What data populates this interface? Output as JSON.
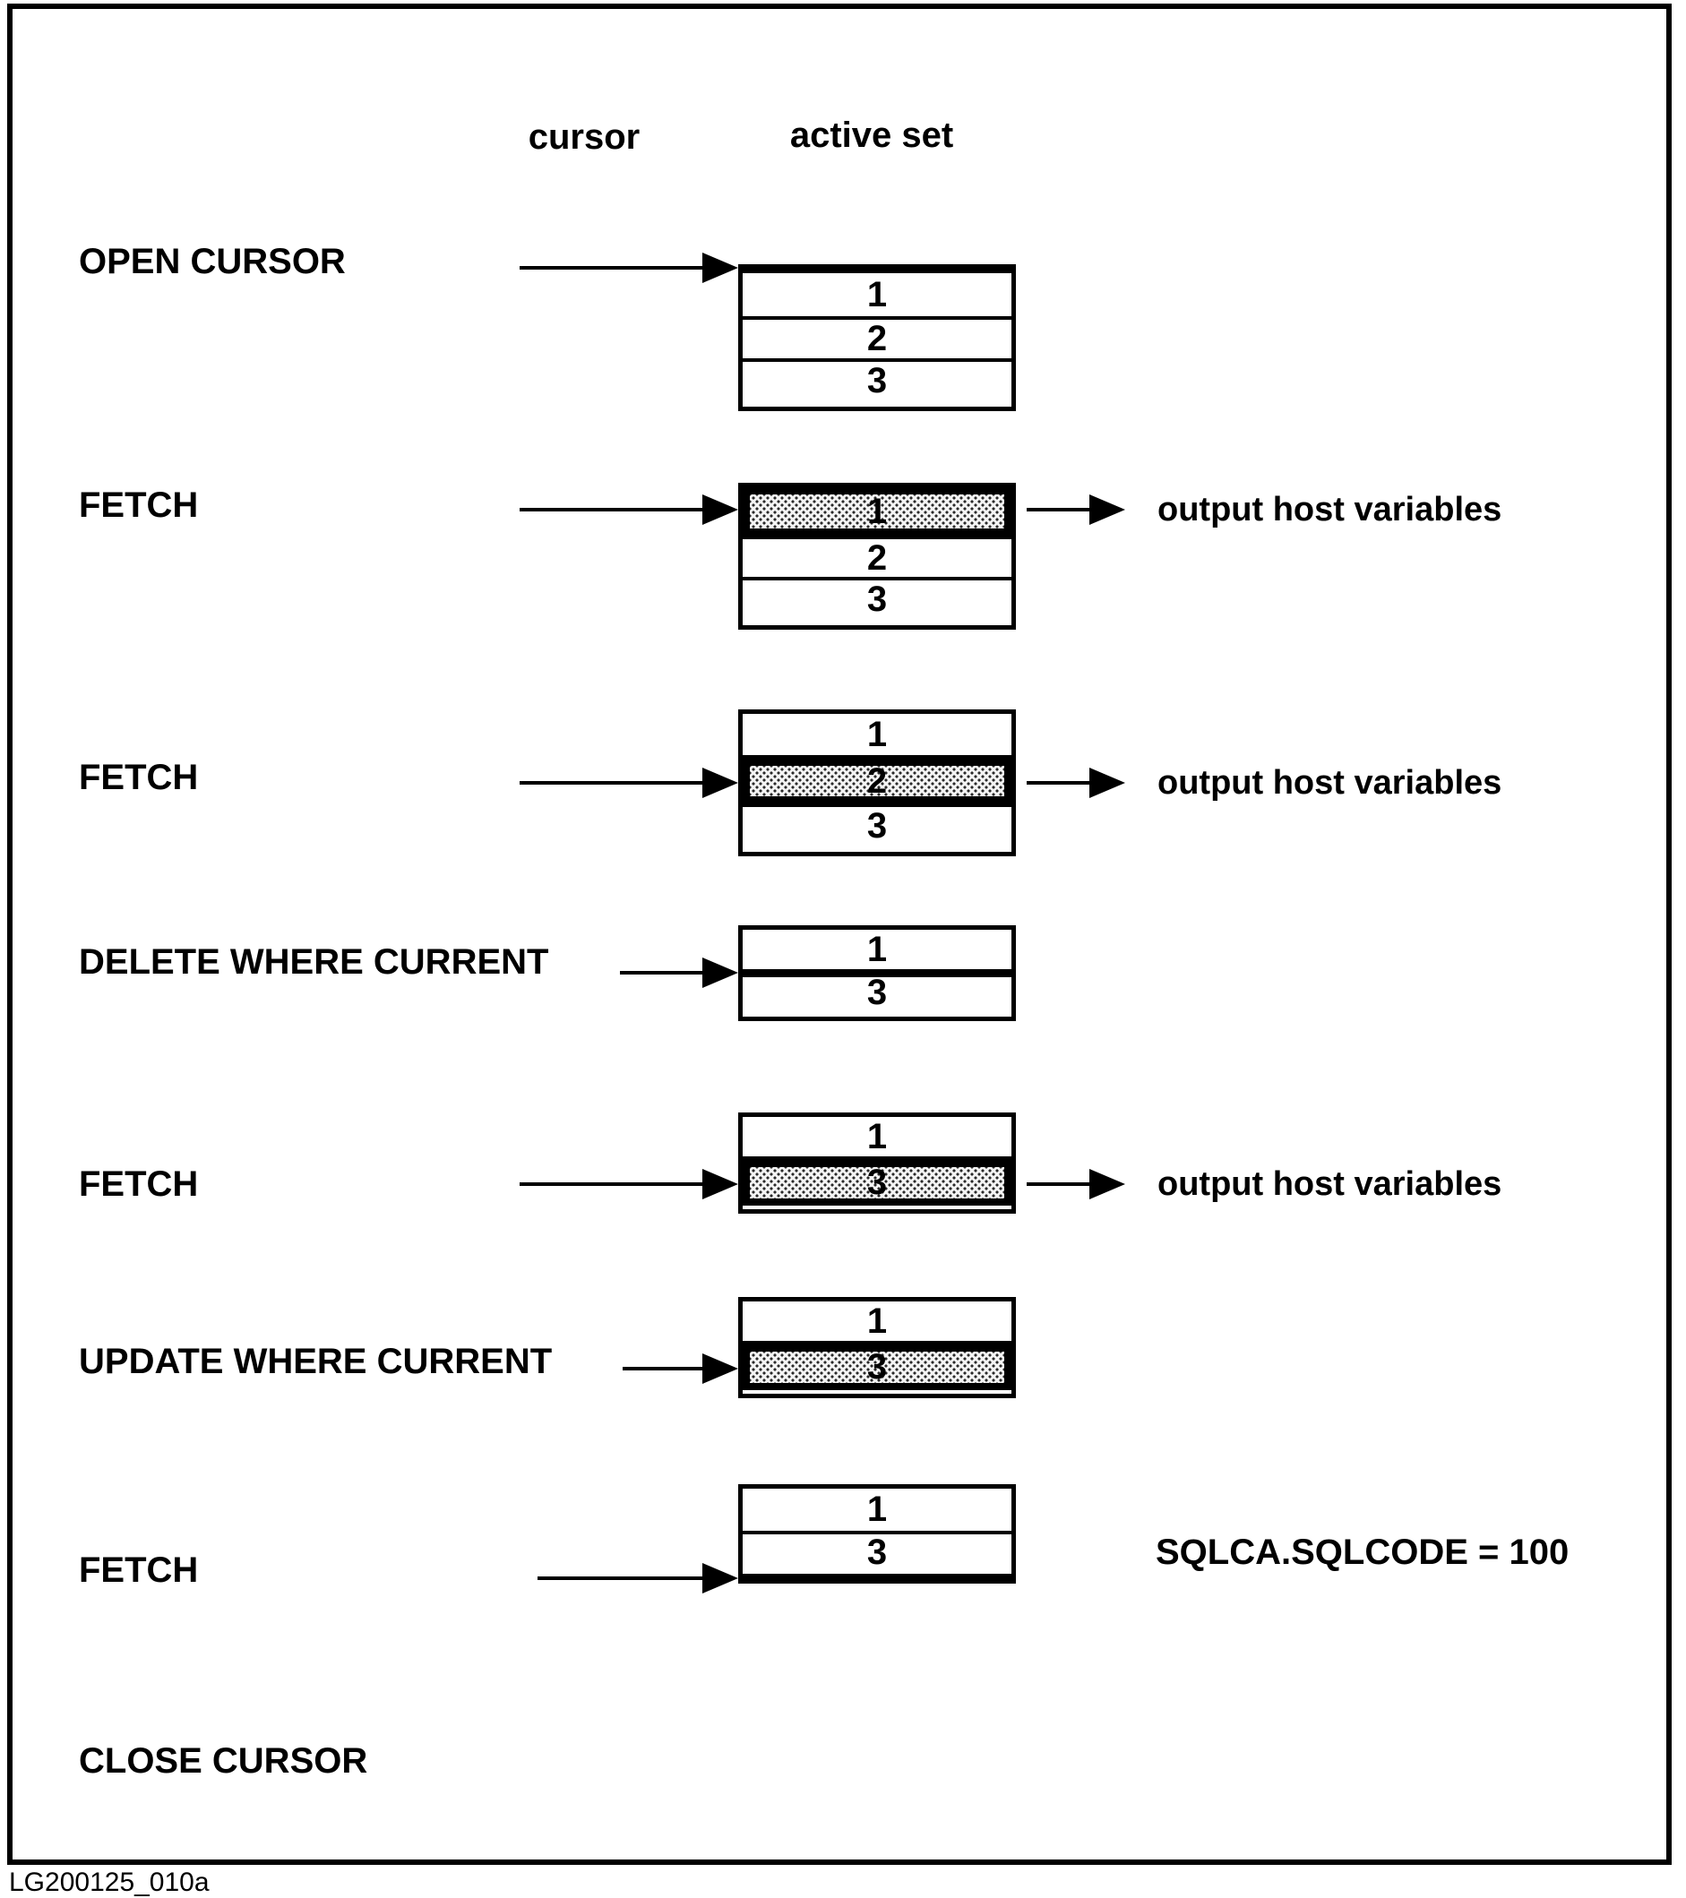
{
  "figure": {
    "code": "LG200125_010a",
    "colors": {
      "ink": "#000000",
      "paper": "#ffffff",
      "shade_dot": "#2a2a2a"
    }
  },
  "headers": {
    "cursor": "cursor",
    "active_set": "active set"
  },
  "steps": [
    {
      "command": "OPEN CURSOR",
      "rows": [
        "1",
        "2",
        "3"
      ],
      "cursor_position": "top-edge"
    },
    {
      "command": "FETCH",
      "rows": [
        "1",
        "2",
        "3"
      ],
      "current_row": "1",
      "output": "output host variables"
    },
    {
      "command": "FETCH",
      "rows": [
        "1",
        "2",
        "3"
      ],
      "current_row": "2",
      "output": "output host variables"
    },
    {
      "command": "DELETE WHERE CURRENT",
      "rows": [
        "1",
        "3"
      ],
      "cursor_position": "divider-after-row-1"
    },
    {
      "command": "FETCH",
      "rows": [
        "1",
        "3"
      ],
      "current_row": "3",
      "output": "output host variables"
    },
    {
      "command": "UPDATE WHERE CURRENT",
      "rows": [
        "1",
        "3"
      ],
      "current_row": "3"
    },
    {
      "command": "FETCH",
      "rows": [
        "1",
        "3"
      ],
      "cursor_position": "bottom-edge",
      "output": "SQLCA.SQLCODE = 100"
    },
    {
      "command": "CLOSE CURSOR"
    }
  ]
}
